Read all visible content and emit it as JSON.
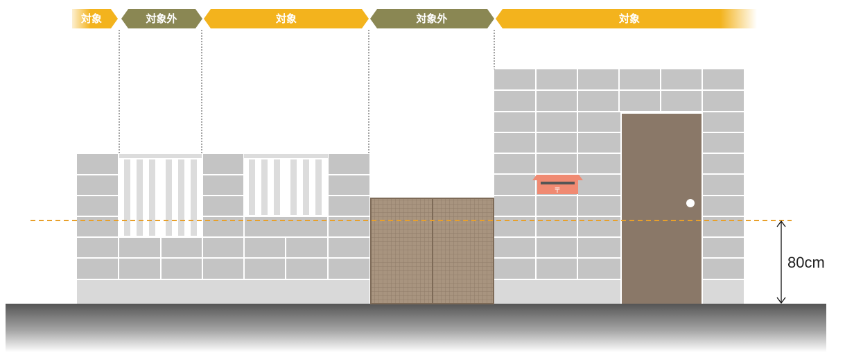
{
  "banner": {
    "segments": [
      {
        "label": "対象",
        "status": "target"
      },
      {
        "label": "対象外",
        "status": "excluded"
      },
      {
        "label": "対象",
        "status": "target"
      },
      {
        "label": "対象外",
        "status": "excluded"
      },
      {
        "label": "対象",
        "status": "target"
      }
    ]
  },
  "measurement": {
    "label": "80cm"
  },
  "mailbox": {
    "symbol": "〒"
  },
  "colors": {
    "target": "#f3b31d",
    "excluded": "#8a8753",
    "wall_block": "#c4c4c4",
    "wall_base": "#d9d9d9",
    "gate": "#9f8c78",
    "door": "#8a7868",
    "mailbox": "#f08a72",
    "guide_line": "#e8a02b",
    "ground_dark": "#5a5a5a",
    "ground_light": "#ffffff"
  }
}
